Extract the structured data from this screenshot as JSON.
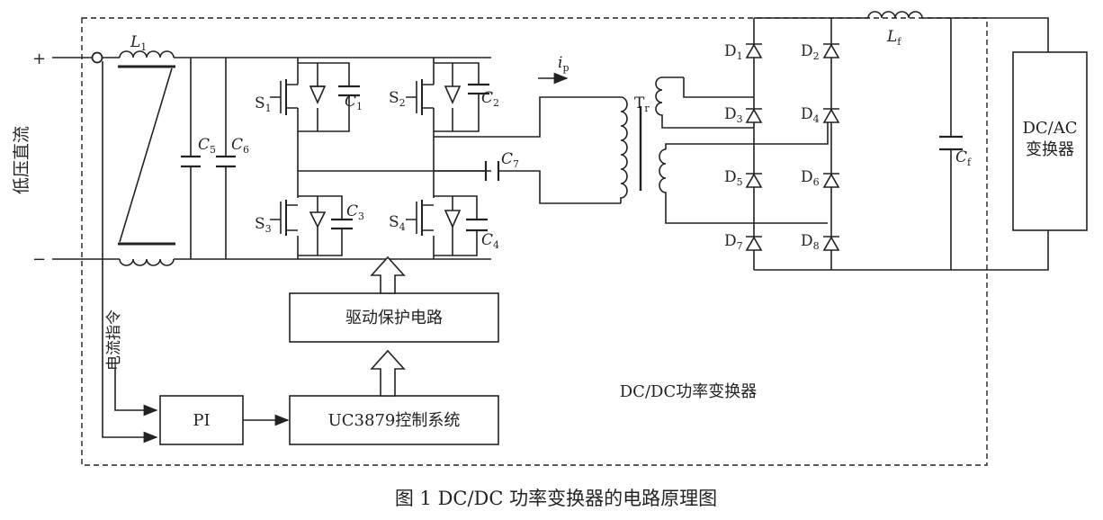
{
  "caption": "图 1    DC/DC 功率变换器的电路原理图",
  "input": {
    "plus": "+",
    "minus": "−",
    "label": "低压直流"
  },
  "current_cmd": "电流指令",
  "blocks": {
    "driver": "驱动保护电路",
    "controller": "UC3879控制系统",
    "pi": "PI",
    "dcac_line1": "DC/AC",
    "dcac_line2": "变换器",
    "dcdc_title": "DC/DC功率变换器"
  },
  "components": {
    "L1": {
      "main": "L",
      "sub": "1"
    },
    "C5": {
      "main": "C",
      "sub": "5"
    },
    "C6": {
      "main": "C",
      "sub": "6"
    },
    "S1": {
      "main": "S",
      "sub": "1"
    },
    "S2": {
      "main": "S",
      "sub": "2"
    },
    "S3": {
      "main": "S",
      "sub": "3"
    },
    "S4": {
      "main": "S",
      "sub": "4"
    },
    "C1": {
      "main": "C",
      "sub": "1"
    },
    "C2": {
      "main": "C",
      "sub": "2"
    },
    "C3": {
      "main": "C",
      "sub": "3"
    },
    "C4": {
      "main": "C",
      "sub": "4"
    },
    "C7": {
      "main": "C",
      "sub": "7"
    },
    "ip": {
      "main": "i",
      "sub": "p"
    },
    "Tr": {
      "main": "T",
      "sub": "r"
    },
    "D1": {
      "main": "D",
      "sub": "1"
    },
    "D2": {
      "main": "D",
      "sub": "2"
    },
    "D3": {
      "main": "D",
      "sub": "3"
    },
    "D4": {
      "main": "D",
      "sub": "4"
    },
    "D5": {
      "main": "D",
      "sub": "5"
    },
    "D6": {
      "main": "D",
      "sub": "6"
    },
    "D7": {
      "main": "D",
      "sub": "7"
    },
    "D8": {
      "main": "D",
      "sub": "8"
    },
    "Lf": {
      "main": "L",
      "sub": "f"
    },
    "Cf": {
      "main": "C",
      "sub": "f"
    }
  }
}
